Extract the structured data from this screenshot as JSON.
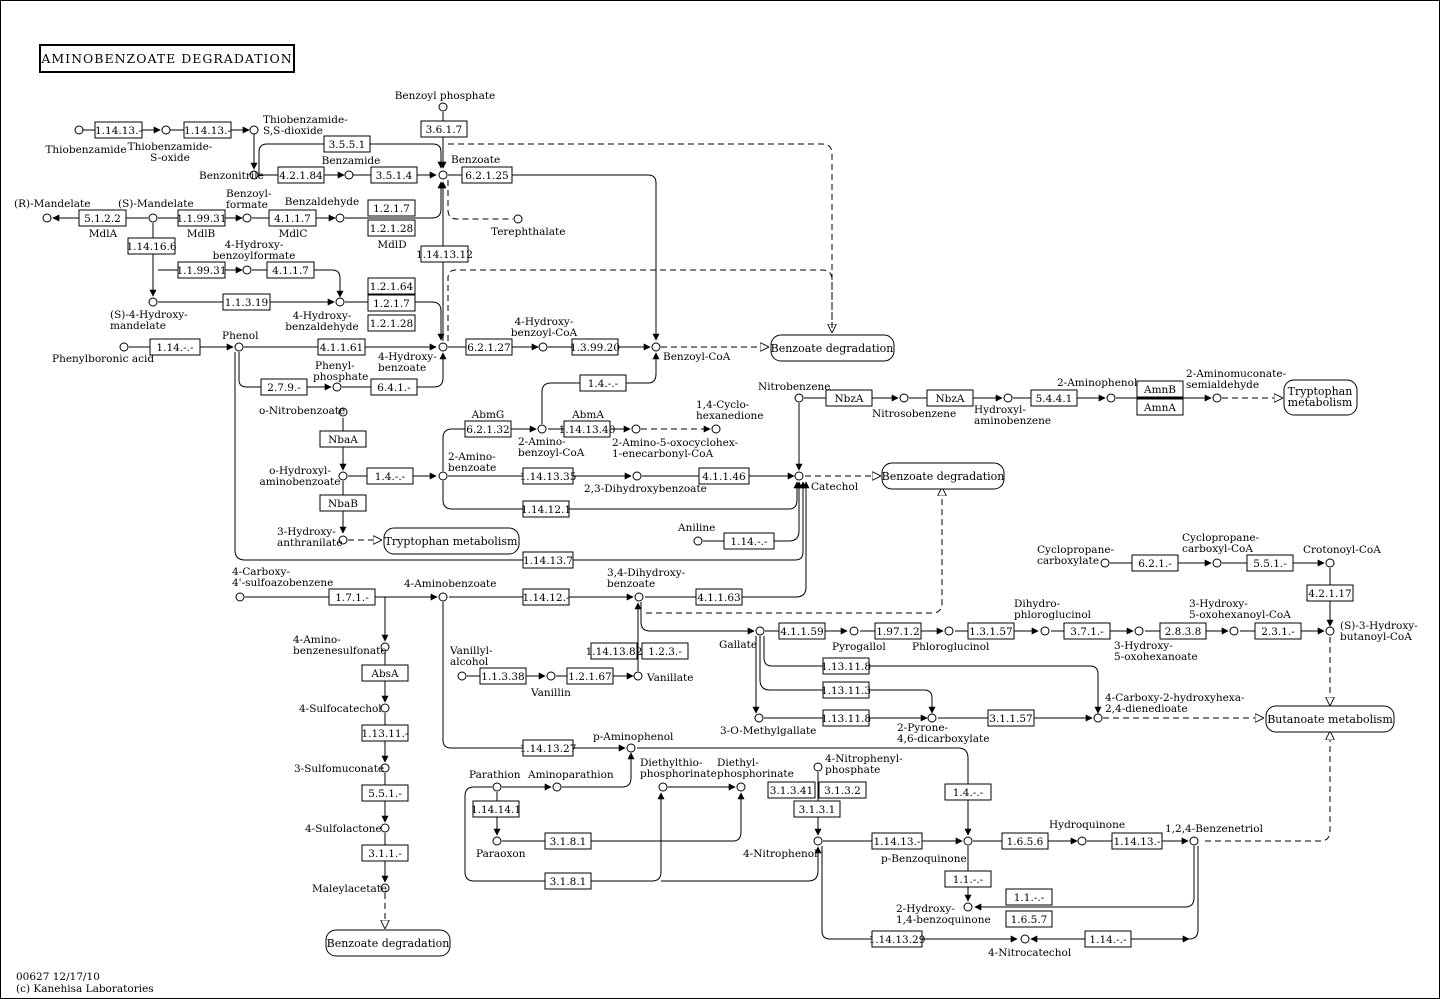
{
  "title": "AMINOBENZOATE DEGRADATION",
  "footer": {
    "line1": "00627 12/17/10",
    "line2": "(c) Kanehisa Laboratories"
  },
  "compounds": {
    "thiobenzamide": "Thiobenzamide",
    "thiobenzamide_s_oxide_1": "Thiobenzamide-",
    "thiobenzamide_s_oxide_2": "S-oxide",
    "thiobenzamide_ss_dioxide_1": "Thiobenzamide-",
    "thiobenzamide_ss_dioxide_2": "S,S-dioxide",
    "benzoyl_phosphate": "Benzoyl phosphate",
    "benzoate": "Benzoate",
    "benzamide": "Benzamide",
    "benzonitrile": "Benzonitrile",
    "terephthalate": "Terephthalate",
    "r_mandelate": "(R)-Mandelate",
    "s_mandelate": "(S)-Mandelate",
    "benzoylformate_1": "Benzoyl-",
    "benzoylformate_2": "formate",
    "benzaldehyde": "Benzaldehyde",
    "hbf_1": "4-Hydroxy-",
    "hbf_2": "benzoylformate",
    "s4hm_1": "(S)-4-Hydroxy-",
    "s4hm_2": "mandelate",
    "hba_1": "4-Hydroxy-",
    "hba_2": "benzaldehyde",
    "phenol": "Phenol",
    "phenylboronic_acid": "Phenylboronic acid",
    "phenylphosphate_1": "Phenyl-",
    "phenylphosphate_2": "phosphate",
    "hb_1": "4-Hydroxy-",
    "hb_2": "benzoate",
    "hbcoa_1": "4-Hydroxy-",
    "hbcoa_2": "benzoyl-CoA",
    "benzoyl_coa": "Benzoyl-CoA",
    "o_nitrobenzoate": "o-Nitrobenzoate",
    "ohab_1": "o-Hydroxyl-",
    "ohab_2": "aminobenzoate",
    "aminobenzoate2_1": "2-Amino-",
    "aminobenzoate2_2": "benzoate",
    "abcoa_1": "2-Amino-",
    "abcoa_2": "benzoyl-CoA",
    "chd_1": "1,4-Cyclo-",
    "chd_2": "hexanedione",
    "aocc_1": "2-Amino-5-oxocyclohex-",
    "aocc_2": "1-enecarbonyl-CoA",
    "dhb23": "2,3-Dihydroxybenzoate",
    "catechol": "Catechol",
    "nitrobenzene": "Nitrobenzene",
    "nitrosobenzene": "Nitrosobenzene",
    "hab_1": "Hydroxyl-",
    "hab_2": "aminobenzene",
    "aminophenol2": "2-Aminophenol",
    "amsa_1": "2-Aminomuconate-",
    "amsa_2": "semialdehyde",
    "aniline": "Aniline",
    "haa_1": "3-Hydroxy-",
    "haa_2": "anthranilate",
    "csab_1": "4-Carboxy-",
    "csab_2": "4'-sulfoazobenzene",
    "aminobenzoate4": "4-Aminobenzoate",
    "dhb34_1": "3,4-Dihydroxy-",
    "dhb34_2": "benzoate",
    "abs_1": "4-Amino-",
    "abs_2": "benzenesulfonate",
    "sulfocatechol": "4-Sulfocatechol",
    "sulfomuconate": "3-Sulfomuconate",
    "sulfolactone": "4-Sulfolactone",
    "maleylacetate": "Maleylacetate",
    "vanillyl_1": "Vanillyl-",
    "vanillyl_2": "alcohol",
    "vanillin": "Vanillin",
    "vanillate": "Vanillate",
    "gallate": "Gallate",
    "pyrogallol": "Pyrogallol",
    "phloroglucinol": "Phloroglucinol",
    "dhpg_1": "Dihydro-",
    "dhpg_2": "phloroglucinol",
    "hoh_1": "3-Hydroxy-",
    "hoh_2": "5-oxohexanoate",
    "hohcoa_1": "3-Hydroxy-",
    "hohcoa_2": "5-oxohexanoyl-CoA",
    "cpc_1": "Cyclopropane-",
    "cpc_2": "carboxylate",
    "cpcoa_1": "Cyclopropane-",
    "cpcoa_2": "carboxyl-CoA",
    "crotonoyl_coa": "Crotonoyl-CoA",
    "shbcoa_1": "(S)-3-Hydroxy-",
    "shbcoa_2": "butanoyl-CoA",
    "omg": "3-O-Methylgallate",
    "pyrone_1": "2-Pyrone-",
    "pyrone_2": "4,6-dicarboxylate",
    "chd2_1": "4-Carboxy-2-hydroxyhexa-",
    "chd2_2": "2,4-dienedioate",
    "p_aminophenol": "p-Aminophenol",
    "parathion": "Parathion",
    "aminoparathion": "Aminoparathion",
    "detp_1": "Diethylthio-",
    "detp_2": "phosphorinate",
    "dep_1": "Diethyl-",
    "dep_2": "phosphorinate",
    "npp_1": "4-Nitrophenyl-",
    "npp_2": "phosphate",
    "paraoxon": "Paraoxon",
    "nitrophenol4": "4-Nitrophenol",
    "p_benzoquinone": "p-Benzoquinone",
    "hydroquinone": "Hydroquinone",
    "benzenetriol": "1,2,4-Benzenetriol",
    "hbq_1": "2-Hydroxy-",
    "hbq_2": "1,4-benzoquinone",
    "nitrocatechol": "4-Nitrocatechol"
  },
  "enzymes": {
    "e1": "1.14.13.-",
    "e2": "1.14.13.-",
    "e3": "3.5.5.1",
    "e4": "3.6.1.7",
    "e5": "4.2.1.84",
    "e6": "3.5.1.4",
    "e7": "6.2.1.25",
    "e8": "5.1.2.2",
    "e9": "1.1.99.31",
    "e10": "4.1.1.7",
    "e11": "1.2.1.7",
    "e12": "1.2.1.28",
    "e13": "1.14.16.6",
    "e14": "1.1.99.31",
    "e15": "4.1.1.7",
    "e16": "1.14.13.12",
    "e17": "1.1.3.19",
    "e18": "1.2.1.64",
    "e19": "1.2.1.7",
    "e20": "1.2.1.28",
    "e21": "1.14.-.-",
    "e22": "4.1.1.61",
    "e23": "6.2.1.27",
    "e24": "1.3.99.20",
    "e25": "2.7.9.-",
    "e26": "6.4.1.-",
    "e27": "1.4.-.-",
    "e28": "NbaA",
    "e29": "1.4.-.-",
    "e30": "NbaB",
    "e31": "6.2.1.32",
    "e32": "1.14.13.40",
    "e33": "1.14.13.35",
    "e34": "4.1.1.46",
    "e35": "1.14.12.1",
    "e36": "1.14.13.7",
    "e37": "NbzA",
    "e38": "NbzA",
    "e39": "5.4.4.1",
    "e40": "AmnB",
    "e41": "AmnA",
    "e42": "1.14.-.-",
    "e43": "1.7.1.-",
    "e44": "1.14.12.-",
    "e45": "4.1.1.63",
    "e46": "AbsA",
    "e47": "1.13.11.-",
    "e48": "5.5.1.-",
    "e49": "3.1.1.-",
    "e50": "1.1.3.38",
    "e51": "1.2.1.67",
    "e52": "1.14.13.82",
    "e53": "1.2.3.-",
    "e54": "4.1.1.59",
    "e55": "1.97.1.2",
    "e56": "1.3.1.57",
    "e57": "3.7.1.-",
    "e58": "2.8.3.8",
    "e59": "2.3.1.-",
    "e60": "6.2.1.-",
    "e61": "5.5.1.-",
    "e62": "4.2.1.17",
    "e63": "1.13.11.8",
    "e64": "1.13.11.3",
    "e65": "1.13.11.8",
    "e66": "3.1.1.57",
    "e67": "1.14.13.27",
    "e68": "1.14.14.1",
    "e69": "3.1.8.1",
    "e70": "3.1.8.1",
    "e71": "3.1.3.41",
    "e72": "3.1.3.2",
    "e73": "3.1.3.1",
    "e74": "1.4.-.-",
    "e75": "1.14.13.-",
    "e76": "1.6.5.6",
    "e77": "1.14.13.-",
    "e78": "1.1.-.-",
    "e79": "1.1.-.-",
    "e80": "1.6.5.7",
    "e81": "1.14.13.29",
    "e82": "1.14.-.-"
  },
  "gene_labels": {
    "mdlA": "MdlA",
    "mdlB": "MdlB",
    "mdlC": "MdlC",
    "mdlD": "MdlD",
    "abmG": "AbmG",
    "abmA": "AbmA"
  },
  "maps": {
    "m1": "Benzoate degradation",
    "m2": "Benzoate degradation",
    "m3": "Tryptophan metabolism",
    "m4": "Tryptophan metabolism",
    "m5": "Benzoate degradation",
    "m6": "Butanoate metabolism"
  }
}
